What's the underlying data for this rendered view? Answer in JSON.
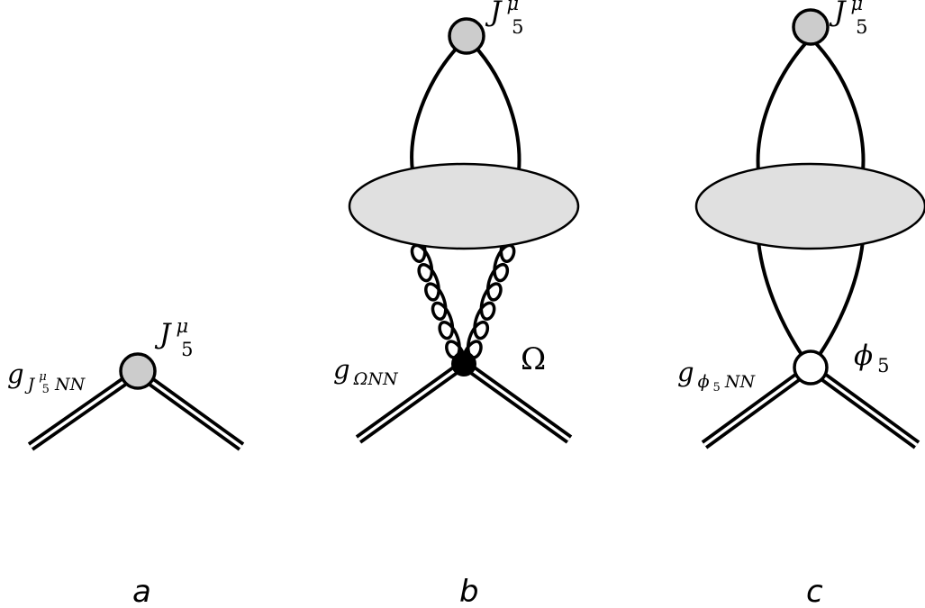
{
  "panels": {
    "a": {
      "label": "a",
      "vertex_label": {
        "base": "J",
        "sup": "μ",
        "sub": "5"
      },
      "coupling_label": {
        "base": "g",
        "sub_base": "J",
        "sub_sup": "μ",
        "sub_sub": "5",
        "sub_tail": "NN"
      }
    },
    "b": {
      "label": "b",
      "top_label": {
        "base": "J",
        "sup": "μ",
        "sub": "5"
      },
      "vertex_label": "Ω",
      "coupling_label": {
        "base": "g",
        "sub": "ΩNN"
      }
    },
    "c": {
      "label": "c",
      "top_label": {
        "base": "J",
        "sup": "μ",
        "sub": "5"
      },
      "vertex_label": {
        "base": "ϕ",
        "sub": "5"
      },
      "coupling_label": {
        "base": "g",
        "sub_base": "ϕ",
        "sub_sub": "5",
        "sub_tail": "NN"
      }
    }
  },
  "colors": {
    "blob": "#e0e0e0",
    "vertex_grey": "#cccccc",
    "vertex_black": "#000000",
    "vertex_white": "#ffffff"
  }
}
